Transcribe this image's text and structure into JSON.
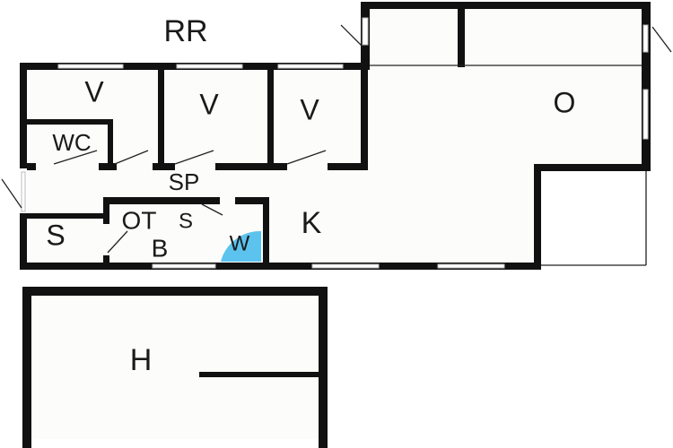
{
  "rooms": {
    "rr": "RR",
    "v1": "V",
    "v2": "V",
    "v3": "V",
    "o": "O",
    "wc": "WC",
    "s": "S",
    "k": "K",
    "b": "B",
    "sp": "SP",
    "ot": "OT",
    "s2": "S",
    "w": "W",
    "h": "H"
  },
  "colors": {
    "wall": "#111111",
    "fixture": "#5bc3ee",
    "floor": "#fcfcfa"
  }
}
